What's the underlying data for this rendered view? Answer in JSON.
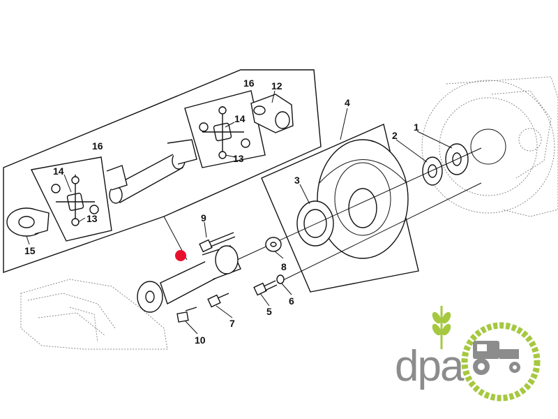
{
  "callouts": {
    "c1": "1",
    "c2": "2",
    "c3": "3",
    "c4": "4",
    "c5": "5",
    "c6": "6",
    "c7": "7",
    "c8": "8",
    "c9": "9",
    "c10": "10",
    "c12": "12",
    "c13a": "13",
    "c13b": "13",
    "c14a": "14",
    "c14b": "14",
    "c15": "15",
    "c16a": "16",
    "c16b": "16"
  },
  "logo": {
    "text": "dpa",
    "grey": "#8c8c8c",
    "green": "#a6c840",
    "tractor_icon": "tractor-icon",
    "wheat_icon": "wheat-icon"
  },
  "highlight": {
    "color": "#e8112d",
    "marker": "selected-part-dot"
  }
}
